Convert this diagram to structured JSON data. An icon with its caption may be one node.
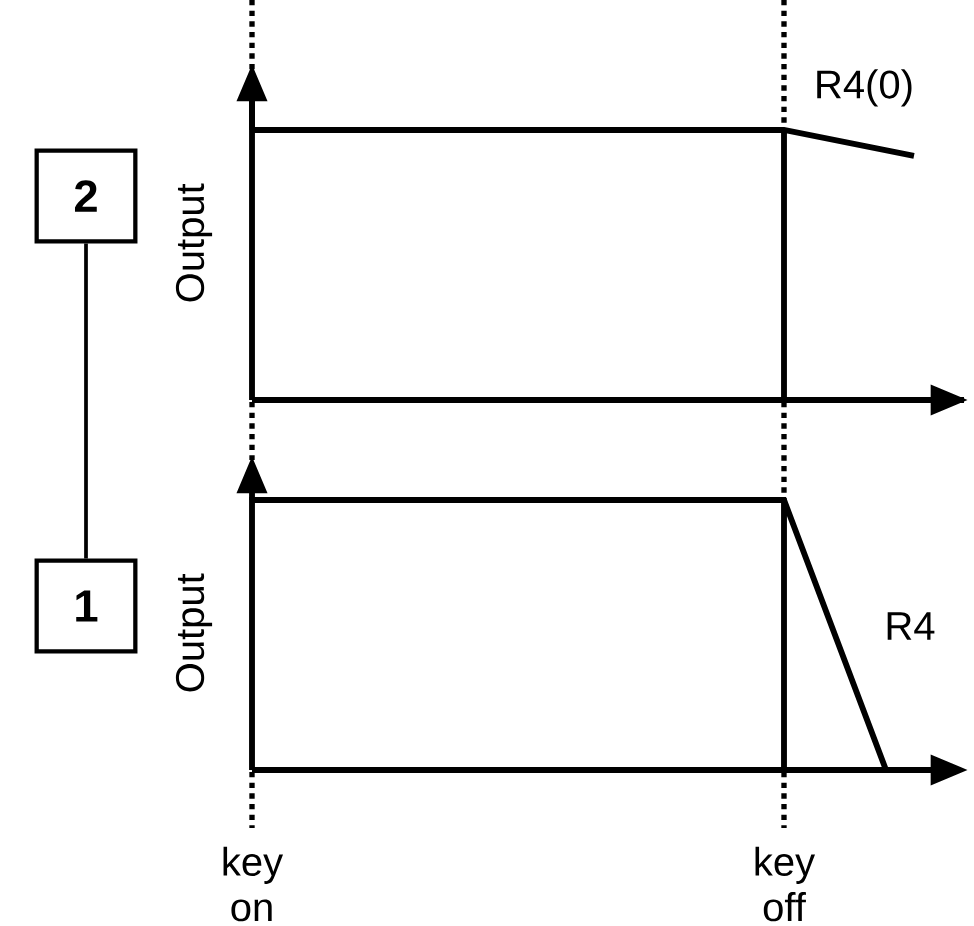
{
  "diagram": {
    "nodes": [
      {
        "text": [
          "2"
        ]
      },
      {
        "text": [
          "1"
        ]
      }
    ],
    "edges": [
      {
        "from": 0,
        "to": 1,
        "arrow": "none"
      }
    ],
    "labels": [
      "R4(0)",
      "Output",
      "Output",
      "R4",
      "key on",
      "key off"
    ]
  }
}
